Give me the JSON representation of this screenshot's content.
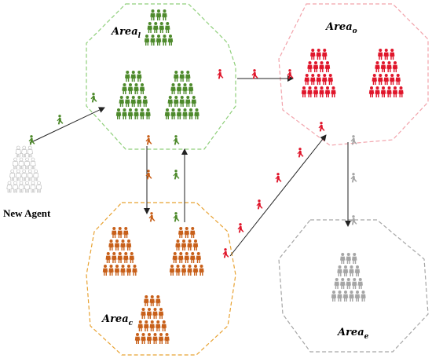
{
  "labels": {
    "new_agent": "New Agent",
    "area_l": {
      "base": "Area",
      "sub": "l"
    },
    "area_o": {
      "base": "Area",
      "sub": "o"
    },
    "area_c": {
      "base": "Area",
      "sub": "c"
    },
    "area_e": {
      "base": "Area",
      "sub": "e"
    }
  },
  "colors": {
    "area_l": "#4e8a2c",
    "area_l_border": "#8fcf7a",
    "area_o": "#e0162b",
    "area_o_border": "#f2a3ab",
    "area_c": "#c8601a",
    "area_c_border": "#e8a232",
    "area_e": "#a6a6a6",
    "area_e_border": "#a6a6a6",
    "new_agent": "#b8b8b8",
    "arrow": "#222222"
  },
  "icons": {
    "crowd": "person-crowd-icon",
    "walker": "walking-person-icon",
    "arrow": "arrow-icon"
  }
}
